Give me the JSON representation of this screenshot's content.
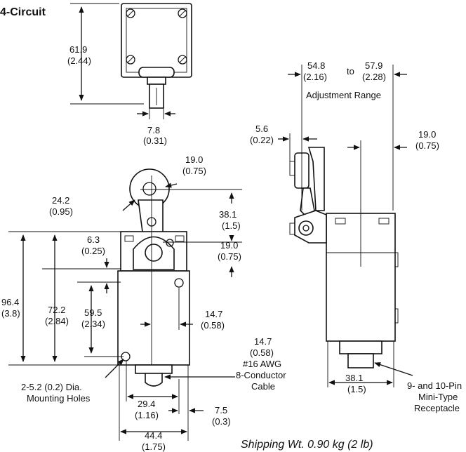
{
  "title": "4-Circuit",
  "shipping": "Shipping Wt. 0.90 kg (2 lb)",
  "dims": {
    "top_height_mm": "61.9",
    "top_height_in": "(2.44)",
    "plunger_mm": "7.8",
    "plunger_in": "(0.31)",
    "roller_mm": "19.0",
    "roller_in": "(0.75)",
    "offset_mm": "24.2",
    "offset_in": "(0.95)",
    "arm_mm": "38.1",
    "arm_in": "(1.5)",
    "small_mm": "6.3",
    "small_in": "(0.25)",
    "pivot_mm": "19.0",
    "pivot_in": "(0.75)",
    "total_mm": "96.4",
    "total_in": "(3.8)",
    "mid_mm": "72.2",
    "mid_in": "(2.84)",
    "lower_mm": "59.5",
    "lower_in": "(2.34)",
    "center_mm": "14.7",
    "center_in": "(0.58)",
    "cable_mm": "14.7",
    "cable_in": "(0.58)",
    "cable_awg": "#16 AWG",
    "cable_cond": "8-Conductor",
    "cable_word": "Cable",
    "holes_line1": "2-5.2 (0.2) Dia.",
    "holes_line2": "Mounting Holes",
    "hole_sp_mm": "29.4",
    "hole_sp_in": "(1.16)",
    "side_mm": "7.5",
    "side_in": "(0.3)",
    "width_mm": "44.4",
    "width_in": "(1.75)",
    "adj_min_mm": "54.8",
    "adj_min_in": "(2.16)",
    "adj_to": "to",
    "adj_max_mm": "57.9",
    "adj_max_in": "(2.28)",
    "adj_label": "Adjustment Range",
    "lever_mm": "5.6",
    "lever_in": "(0.22)",
    "side_off_mm": "19.0",
    "side_off_in": "(0.75)",
    "side_w_mm": "38.1",
    "side_w_in": "(1.5)",
    "rec_line1": "9- and 10-Pin",
    "rec_line2": "Mini-Type",
    "rec_line3": "Receptacle"
  }
}
